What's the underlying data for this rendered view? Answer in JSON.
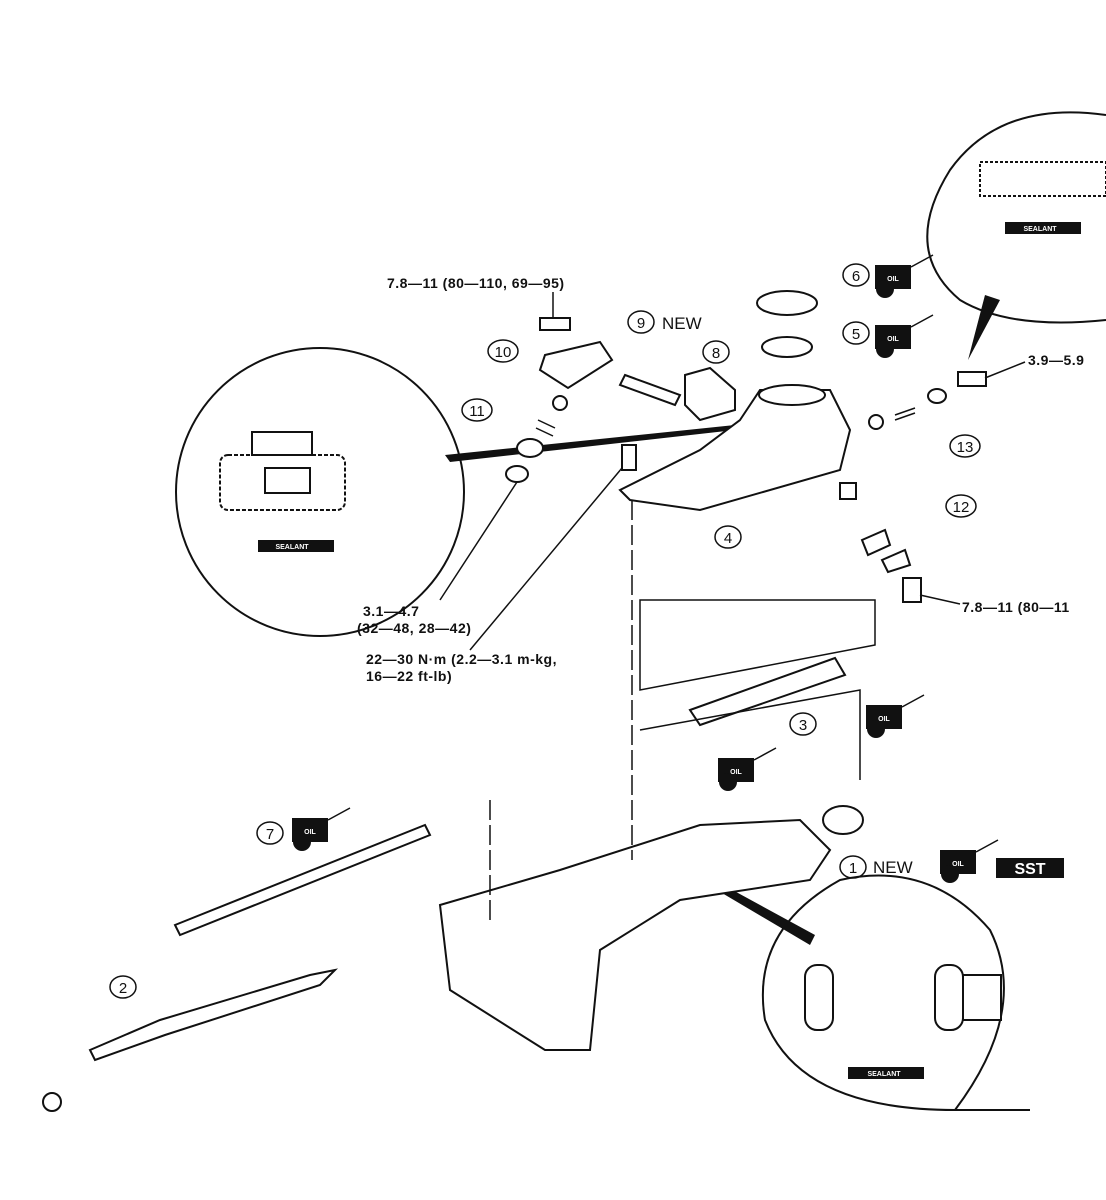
{
  "torque_specs": {
    "cover_bolt": "7.8—11 (80—110, 69—95)",
    "right_bolt": "3.9—5.9",
    "plug_line1": "3.1—4.7",
    "plug_line2": "(32—48, 28—42)",
    "housing_bolt_line1": "22—30 N·m (2.2—3.1 m-kg,",
    "housing_bolt_line2": "16—22 ft-lb)",
    "lower_right_bolt": "7.8—11 (80—11"
  },
  "callouts": [
    "1",
    "2",
    "3",
    "4",
    "5",
    "6",
    "7",
    "8",
    "9",
    "10",
    "11",
    "12",
    "13"
  ],
  "new_label": "NEW",
  "oil_label": "OIL",
  "sealant_label": "SEALANT",
  "sst_label": "SST",
  "colors": {
    "ink": "#111111",
    "background": "#ffffff"
  }
}
